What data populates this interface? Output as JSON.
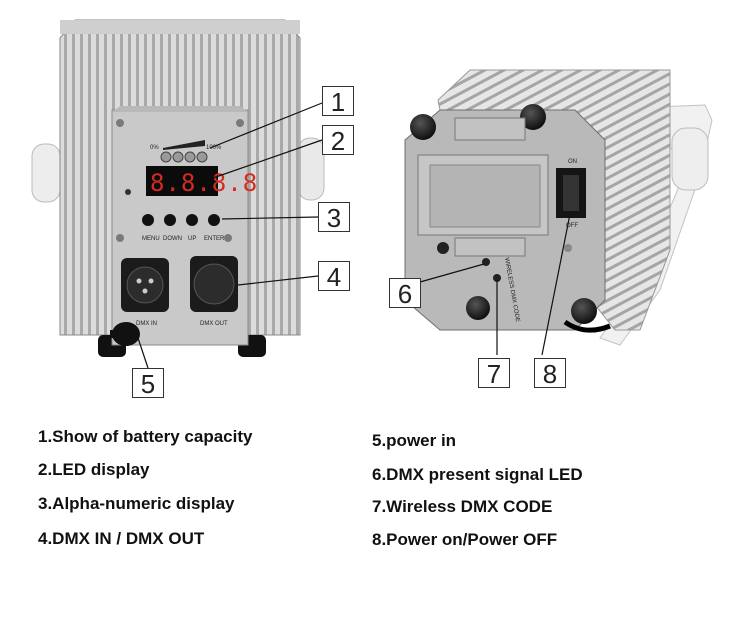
{
  "front_panel": {
    "pct_low": "0%",
    "pct_high": "100%",
    "display_digits": "8.8.8.8",
    "buttons": [
      "MENU",
      "DOWN",
      "UP",
      "ENTER"
    ],
    "dmx_in_label": "DMX IN",
    "dmx_out_label": "DMX OUT"
  },
  "rear_panel": {
    "switch_on": "ON",
    "switch_off": "OFF",
    "wireless_code_label": "WIRELESS DMX CODE"
  },
  "callouts": [
    "1",
    "2",
    "3",
    "4",
    "5",
    "6",
    "7",
    "8"
  ],
  "legend": [
    "1.Show of battery capacity",
    "2.LED display",
    "3.Alpha-numeric display",
    "4.DMX IN / DMX OUT",
    "5.power in",
    "6.DMX present signal LED",
    "7.Wireless DMX CODE",
    "8.Power on/Power OFF"
  ]
}
